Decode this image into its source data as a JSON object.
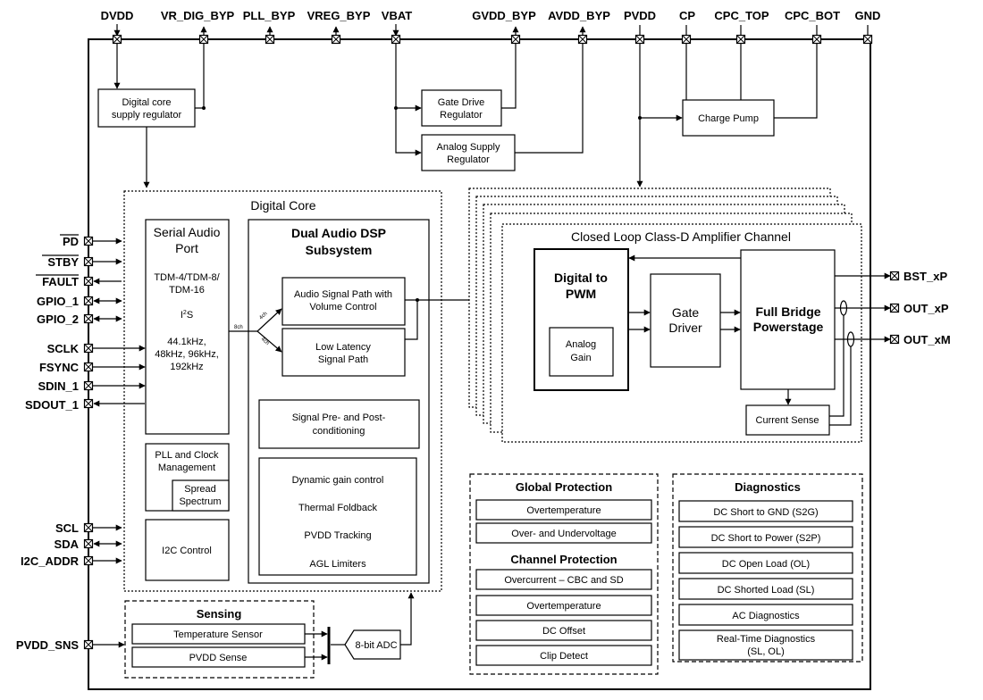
{
  "pins_top": [
    "DVDD",
    "VR_DIG_BYP",
    "PLL_BYP",
    "VREG_BYP",
    "VBAT",
    "GVDD_BYP",
    "AVDD_BYP",
    "PVDD",
    "CP",
    "CPC_TOP",
    "CPC_BOT",
    "GND"
  ],
  "pins_left": [
    "PD",
    "STBY",
    "FAULT",
    "GPIO_1",
    "GPIO_2",
    "SCLK",
    "FSYNC",
    "SDIN_1",
    "SDOUT_1",
    "SCL",
    "SDA",
    "I2C_ADDR",
    "PVDD_SNS"
  ],
  "pins_right": [
    "BST_xP",
    "OUT_xP",
    "OUT_xM"
  ],
  "regulators": {
    "digital_core": [
      "Digital core",
      "supply regulator"
    ],
    "gate_drive": [
      "Gate Drive",
      "Regulator"
    ],
    "analog_supply": [
      "Analog Supply",
      "Regulator"
    ],
    "charge_pump": "Charge Pump"
  },
  "digital_core": {
    "title": "Digital Core",
    "serial_audio_port": {
      "title": [
        "Serial Audio",
        "Port"
      ],
      "tdm": [
        "TDM-4/TDM-8/",
        "TDM-16"
      ],
      "i2s_main": "I",
      "i2s_sup": "2",
      "i2s_tail": "S",
      "rates": [
        "44.1kHz,",
        "48kHz, 96kHz,",
        "192kHz"
      ]
    },
    "pll": [
      "PLL and Clock",
      "Management"
    ],
    "spread": [
      "Spread",
      "Spectrum"
    ],
    "i2c": "I2C Control",
    "dsp": {
      "title": [
        "Dual Audio DSP",
        "Subsystem"
      ],
      "audio_path": [
        "Audio Signal Path with",
        "Volume Control"
      ],
      "low_latency": [
        "Low Latency",
        "Signal Path"
      ],
      "conditioning": [
        "Signal Pre- and Post-",
        "conditioning"
      ],
      "features": [
        "Dynamic gain control",
        "Thermal Foldback",
        "PVDD Tracking",
        "AGL Limiters"
      ]
    },
    "bus_labels": [
      "8ch",
      "4ch",
      "4ch"
    ]
  },
  "amplifier": {
    "title": "Closed Loop Class-D Amplifier Channel",
    "d2pwm": [
      "Digital to",
      "PWM"
    ],
    "analog_gain": [
      "Analog",
      "Gain"
    ],
    "gate_driver": [
      "Gate",
      "Driver"
    ],
    "full_bridge": [
      "Full Bridge",
      "Powerstage"
    ],
    "current_sense": "Current Sense"
  },
  "sensing": {
    "title": "Sensing",
    "items": [
      "Temperature Sensor",
      "PVDD Sense"
    ],
    "adc": "8-bit ADC"
  },
  "global_protection": {
    "title": "Global Protection",
    "items": [
      "Overtemperature",
      "Over- and Undervoltage"
    ]
  },
  "channel_protection": {
    "title": "Channel Protection",
    "items": [
      "Overcurrent – CBC and SD",
      "Overtemperature",
      "DC Offset",
      "Clip Detect"
    ]
  },
  "diagnostics": {
    "title": "Diagnostics",
    "items": [
      "DC Short to GND (S2G)",
      "DC Short to Power (S2P)",
      "DC Open Load (OL)",
      "DC Shorted Load (SL)",
      "AC Diagnostics",
      [
        "Real-Time Diagnostics",
        "(SL, OL)"
      ]
    ]
  }
}
